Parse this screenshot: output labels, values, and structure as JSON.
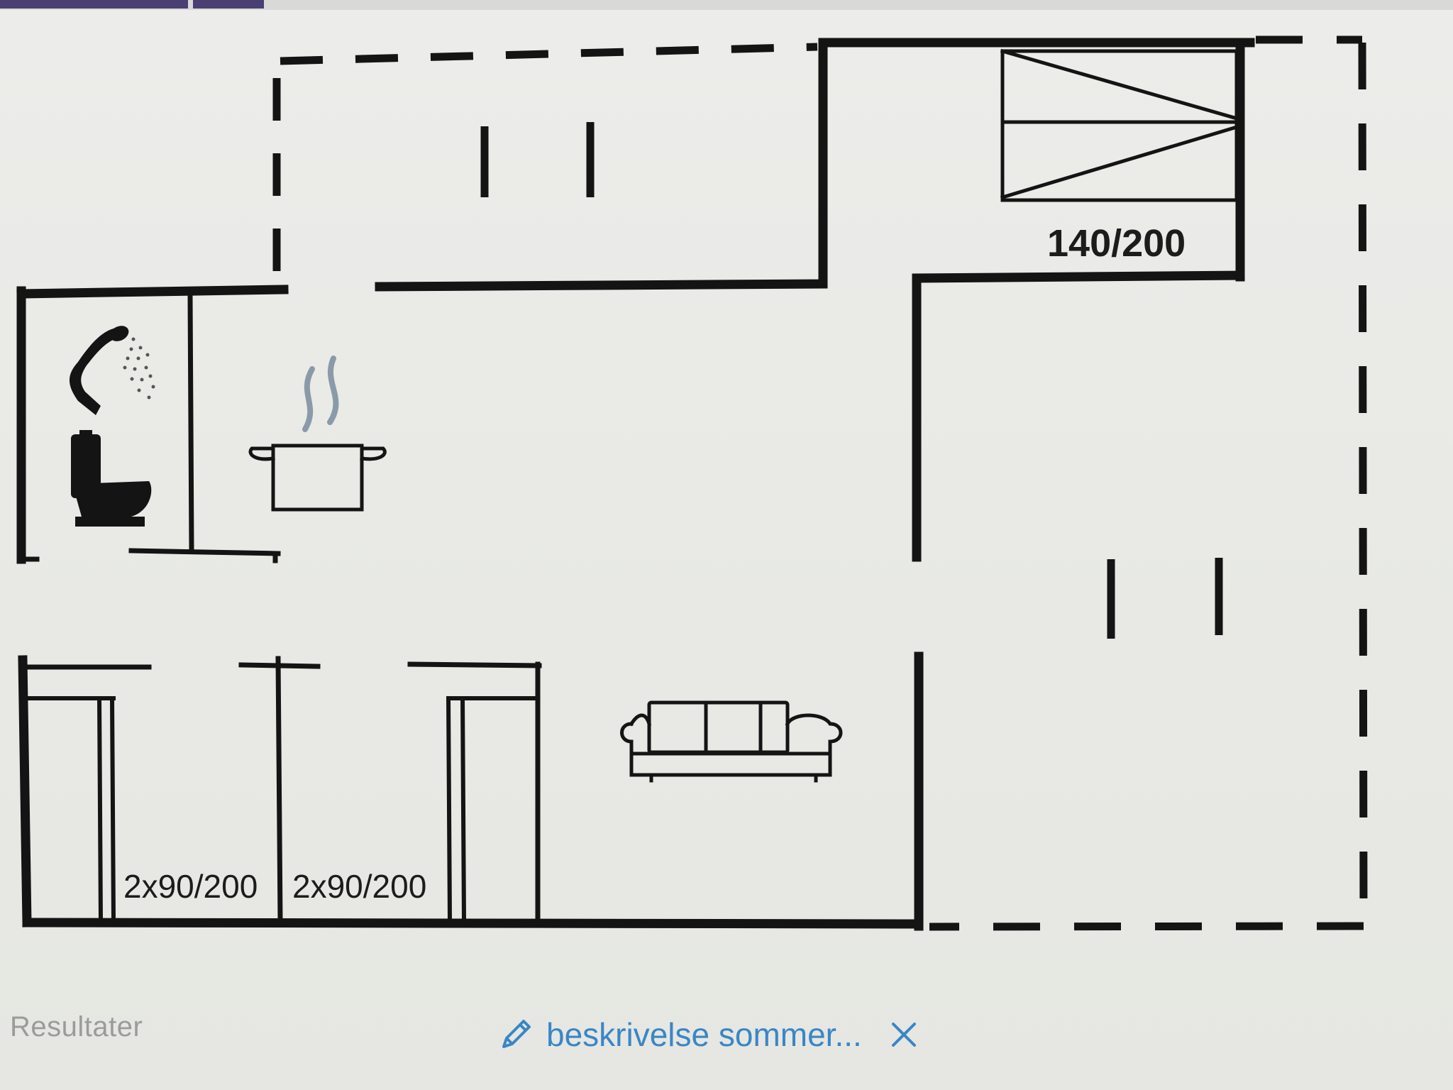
{
  "floorplan": {
    "bed_labels": {
      "double_bed": "140/200",
      "bunk_room_left": "2x90/200",
      "bunk_room_right": "2x90/200"
    },
    "icons": {
      "shower": "shower-icon",
      "toilet": "toilet-icon",
      "cooking_pot": "cooking-pot-icon",
      "sofa": "sofa-icon",
      "bed": "bed-icon"
    }
  },
  "bottom_bar": {
    "results_label": "Resultater",
    "search_text": "beskrivelse sommer...",
    "accent_color": "#3a86c6"
  }
}
